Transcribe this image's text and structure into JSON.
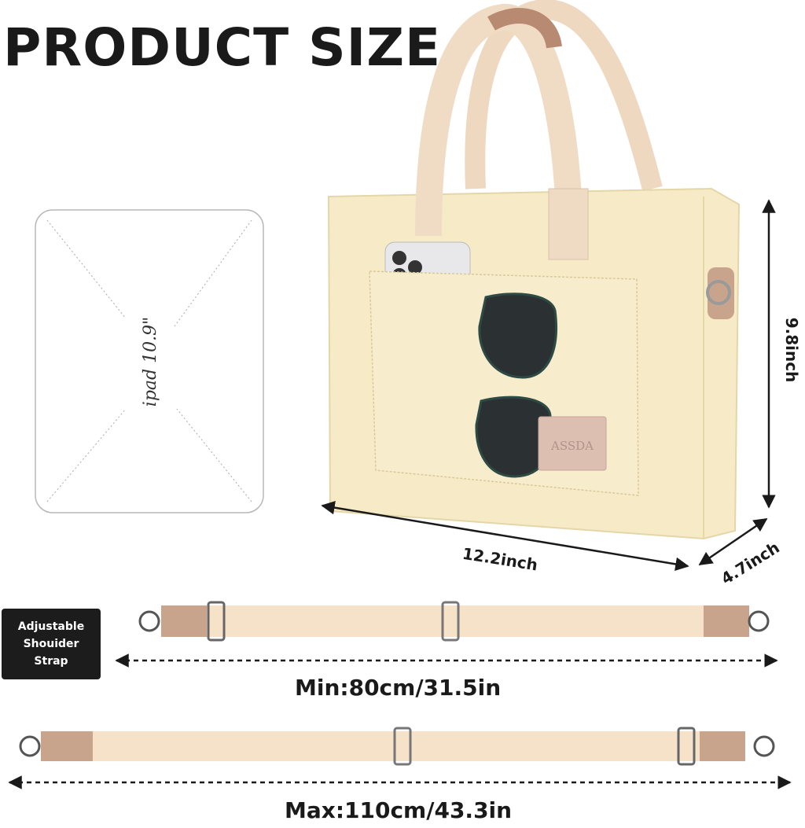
{
  "title": "PRODUCT SIZE",
  "ipad_label": "ipad 10.9\"",
  "brand_patch": "ASSDA",
  "dimensions": {
    "height": "9.8inch",
    "width": "12.2inch",
    "depth": "4.7inch"
  },
  "strap": {
    "badge": [
      "Adjustable",
      "Shouider",
      "Strap"
    ],
    "min_label": "Min:80cm/31.5in",
    "max_label": "Max:110cm/43.3in"
  },
  "colors": {
    "bag": "#f6ebc6",
    "strap": "#f5e2c8",
    "leather": "#c9a48c",
    "text": "#1a1a1a"
  }
}
